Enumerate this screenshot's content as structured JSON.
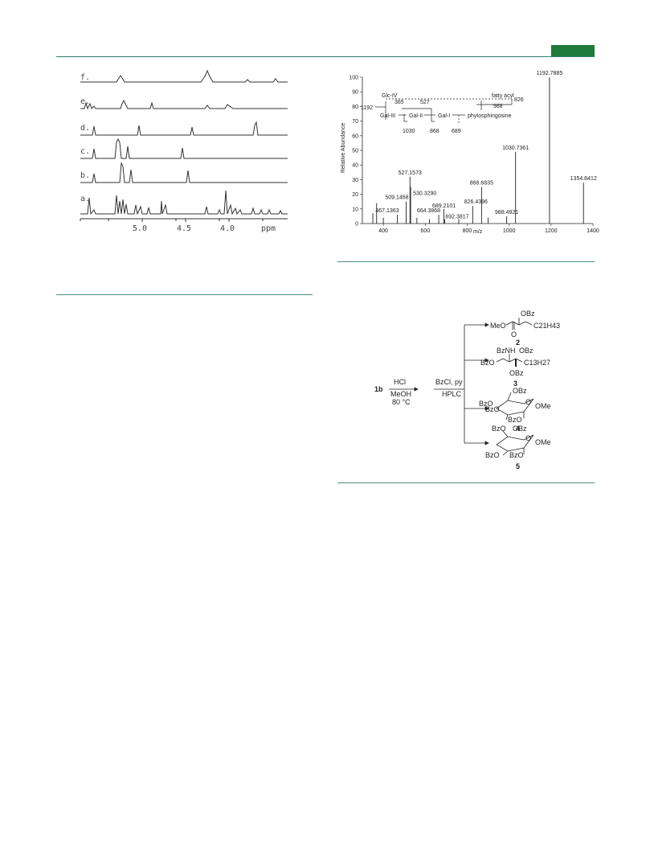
{
  "colors": {
    "header_rule": "#2e7d6e",
    "accent_block": "#1f7a3a",
    "divider": "#4f8e86"
  },
  "nmr": {
    "trace_labels": [
      "f.",
      "e.",
      "d.",
      "c.",
      "b.",
      "a."
    ],
    "ticks": [
      "5.0",
      "4.5",
      "4.0"
    ],
    "unit": "ppm"
  },
  "chart_data": {
    "type": "bar",
    "xlabel": "m/z",
    "ylabel": "Relative Abundance",
    "xlim": [
      300,
      1400
    ],
    "ylim": [
      0,
      100
    ],
    "x_ticks": [
      "400",
      "600",
      "800",
      "1000",
      "1200",
      "1400"
    ],
    "y_ticks": [
      "0",
      "10",
      "20",
      "30",
      "40",
      "50",
      "60",
      "70",
      "80",
      "90",
      "100"
    ],
    "peaks": [
      {
        "x": 350,
        "y": 7
      },
      {
        "x": 368,
        "y": 14
      },
      {
        "x": 400,
        "y": 4
      },
      {
        "x": 467.1363,
        "y": 6,
        "label": "467.1363"
      },
      {
        "x": 509.1468,
        "y": 15,
        "label": "509.1468"
      },
      {
        "x": 527.1573,
        "y": 32,
        "label": "527.1573"
      },
      {
        "x": 530.329,
        "y": 25,
        "label": "530.3290"
      },
      {
        "x": 560,
        "y": 4
      },
      {
        "x": 620,
        "y": 3
      },
      {
        "x": 664.3868,
        "y": 6,
        "label": "664.3868"
      },
      {
        "x": 689.2101,
        "y": 10,
        "label": "689.2101"
      },
      {
        "x": 692.3817,
        "y": 3,
        "label": "692.3817"
      },
      {
        "x": 760,
        "y": 3
      },
      {
        "x": 826.4396,
        "y": 12,
        "label": "826.4396"
      },
      {
        "x": 868.6835,
        "y": 25,
        "label": "868.6835"
      },
      {
        "x": 900,
        "y": 4
      },
      {
        "x": 988.4921,
        "y": 5,
        "label": "988.4921"
      },
      {
        "x": 1030.7361,
        "y": 49,
        "label": "1030.7361"
      },
      {
        "x": 1192.7885,
        "y": 100,
        "label": "1192.7885"
      },
      {
        "x": 1354.8412,
        "y": 28,
        "label": "1354.8412"
      }
    ],
    "fragment_labels": {
      "glc": "Glc-IV",
      "fatty": "fatty acyl",
      "gal3": "Gal-III",
      "gal2": "Gal-II",
      "gal1": "Gal-I",
      "phyto": "phytosphingosine",
      "n1192": "1192",
      "n365": "365",
      "n527": "527",
      "n826": "826",
      "n988": "988",
      "n1030": "1030",
      "n868": "868",
      "n689": "689"
    }
  },
  "scheme": {
    "start": "1b",
    "reagent1_top": "HCl",
    "reagent1_bottom": "MeOH",
    "reagent1_temp": "80 °C",
    "reagent2_top": "BzCl, py",
    "reagent2_bottom": "HPLC",
    "products": [
      {
        "number": "2",
        "obz": "OBz",
        "left": "MeO",
        "right": "C21H43",
        "o": "O"
      },
      {
        "number": "3",
        "top": "BzNH",
        "obz": "OBz",
        "left": "BzO",
        "right": "C13H27",
        "bottom": "OBz"
      },
      {
        "number": "4",
        "top": "OBz",
        "bzo1": "BzO",
        "bzo2": "BzO",
        "bzo3": "BzO",
        "ome": "OMe",
        "ring_o": "O"
      },
      {
        "number": "5",
        "top": "OBz",
        "bzo0": "BzO",
        "bzo1": "BzO",
        "bzo3": "BzO",
        "ome": "OMe",
        "ring_o": "O"
      }
    ]
  }
}
